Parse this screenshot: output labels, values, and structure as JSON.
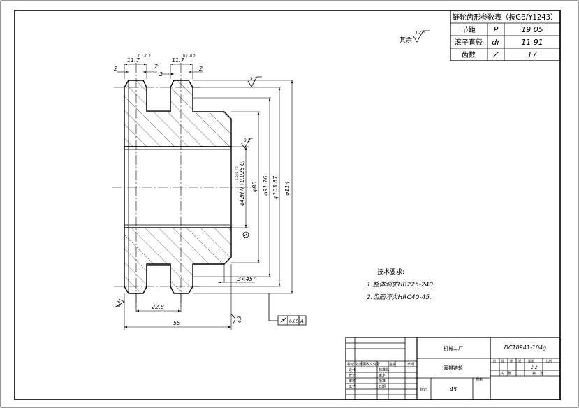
{
  "param_table": {
    "title": "链轮齿形参数表（按GB/Y1243）",
    "rows": [
      {
        "name": "节距",
        "symbol": "P",
        "value": "19.05"
      },
      {
        "name": "滚子直径",
        "symbol": "dr",
        "value": "11.91"
      },
      {
        "name": "齿数",
        "symbol": "Z",
        "value": "17"
      }
    ]
  },
  "roughness_note": {
    "label": "其余",
    "value": "12.5"
  },
  "dimensions": {
    "tooth_width_left": "11.7",
    "tooth_width_left_tol": "0 / -0.2",
    "tooth_width_right": "11.7",
    "tooth_width_right_tol": "0 / -0.2",
    "gap_left": "2",
    "gap_mid_1": "2",
    "gap_mid_2": "2",
    "gap_right": "2",
    "bore_tol": "+0.025 / 0",
    "bore": "φ42H7(+0.025 0)",
    "hub": "φ80",
    "root": "φ91.76",
    "pitch": "φ103.67",
    "tip": "φ114",
    "chamfer": "3×45°",
    "tooth_pitch": "22.8",
    "overall_length": "55",
    "roughness_top": "3.2",
    "roughness_bore": "3.2",
    "roughness_side": "6.3",
    "roughness_bottom": "6.3",
    "runout_tol": "0.05",
    "datum": "A"
  },
  "tech_requirements": {
    "title": "技术要求:",
    "items": [
      "1.整体调质HB225-240.",
      "2.齿面淬火HRC40-45."
    ]
  },
  "title_block": {
    "company": "机械二厂",
    "drawing_number": "DC10941-104g",
    "part_name": "双排链轮",
    "material": "45",
    "scale": "2.2",
    "material_label": "材料",
    "mark_label": "标记",
    "labels": [
      "标记",
      "处数",
      "更改文件号",
      "签字",
      "日期",
      "设计",
      "标准化",
      "校对",
      "审定",
      "审核",
      "批准",
      "工艺",
      "日期"
    ],
    "stage_labels": [
      "阶",
      "段",
      "标",
      "记",
      "重量",
      "比例"
    ],
    "sheet_text_1": "共 1 张",
    "sheet_text_2": "第 1 张"
  }
}
